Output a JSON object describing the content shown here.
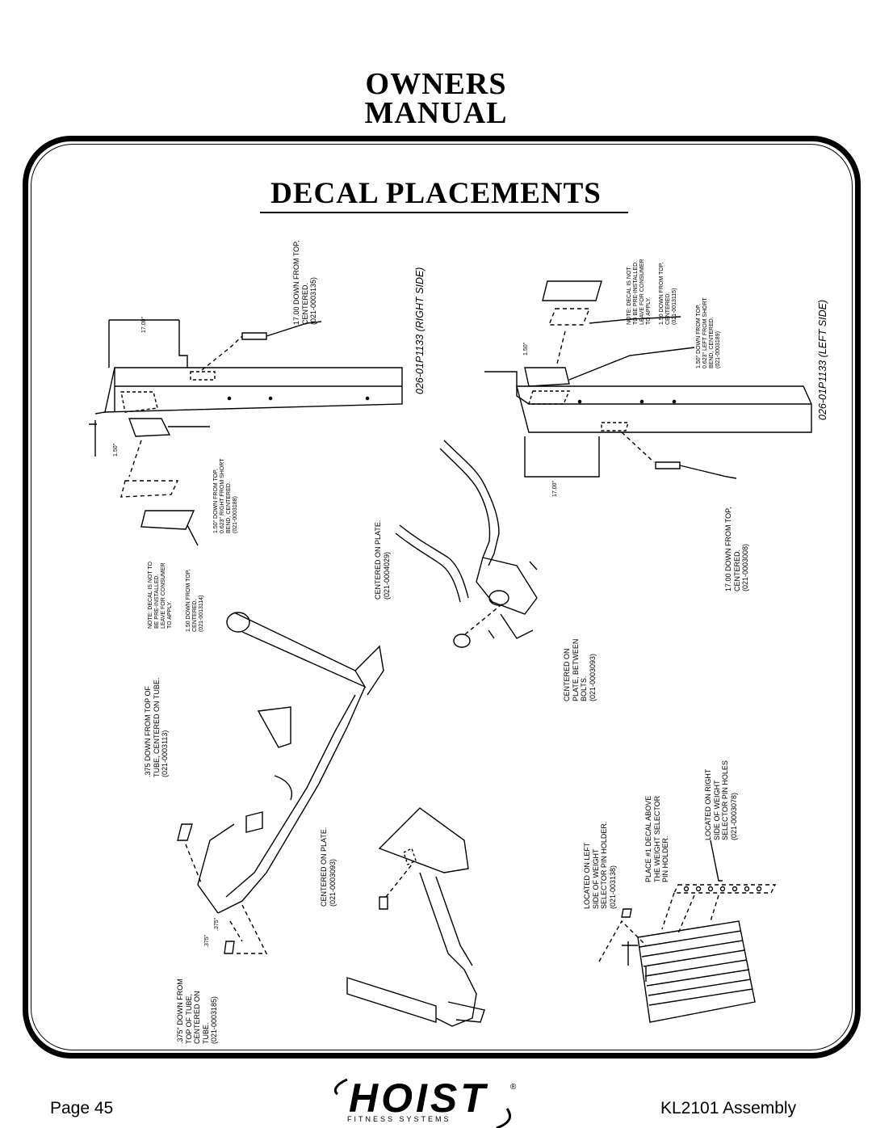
{
  "header": {
    "line1": "OWNERS",
    "line2": "MANUAL"
  },
  "title": "DECAL PLACEMENTS",
  "labels": {
    "right_top_note": "17.00 DOWN FROM TOP,\nCENTERED.\n(021-0003135)",
    "right_side_id": "026-01P1133 (RIGHT SIDE)",
    "right_dim_17": "17.00\"",
    "right_dim_150": "1.50\"",
    "right_short_bend": "1.50\" DOWN FROM TOP,\n0.623\" RIGHT FROM SHORT\nBEND, CENTERED.\n(021-0003188)",
    "right_consumer_note": "NOTE: DECAL IS NOT TO\nBE PRE-INSTALLED.\nLEAVE FOR CONSUMER\nTO APPLY.",
    "right_150_centered": "1.50 DOWN FROM TOP,\nCENTERED.\n(021-0013114)",
    "left_consumer_note": "NOTE: DECAL IS NOT\nTO BE PRE-INSTALLED.\nLEAVE FOR CONSUMER\nTO APPLY.",
    "left_150_centered": "1.50 DOWN FROM TOP,\nCENTERED.\n(021-0013115)",
    "left_short_bend": "1.50\" DOWN FROM TOP,\n0.623\" LEFT FROM SHORT\nBEND, CENTERED.\n(021-0003189)",
    "left_side_id": "026-01P1133 (LEFT SIDE)",
    "left_dim_150": "1.50\"",
    "left_dim_17": "17.00\"",
    "left_17_centered": "17.00 DOWN FROM TOP,\nCENTERED.\n(021-0003008)",
    "handle_centered_plate": "CENTERED ON PLATE.\n(021-0004029)",
    "handle_between_bolts": "CENTERED ON\nPLATE, BETWEEN\nBOLTS.\n(021-0003093)",
    "frame_375_top": ".375 DOWN FROM TOP OF\nTUBE, CENTERED ON TUBE.\n(021-0003113)",
    "frame_375_bottom": ".375\" DOWN FROM\nTOP OF TUBE,\nCENTERED ON\nTUBE.\n(021-0003185)",
    "frame_dim_375_a": ".375\"",
    "frame_dim_375_b": ".375\"",
    "seat_centered_plate": "CENTERED ON PLATE.\n(021-0003093)",
    "stack_left_side": "LOCATED ON LEFT\nSIDE OF WEIGHT\nSELECTOR PIN HOLDER.\n(021-003138)",
    "stack_place_1": "PLACE #1 DECAL ABOVE\nTHE WEIGHT SELECTOR\nPIN HOLDER.",
    "stack_right_side": "LOCATED ON RIGHT\nSIDE OF WEIGHT\nSELECTOR PIN HOLES\n(021-0003078)"
  },
  "footer": {
    "page": "Page 45",
    "model": "KL2101 Assembly",
    "logo_word": "HOIST",
    "logo_sub": "FITNESS SYSTEMS",
    "logo_reg": "®"
  }
}
